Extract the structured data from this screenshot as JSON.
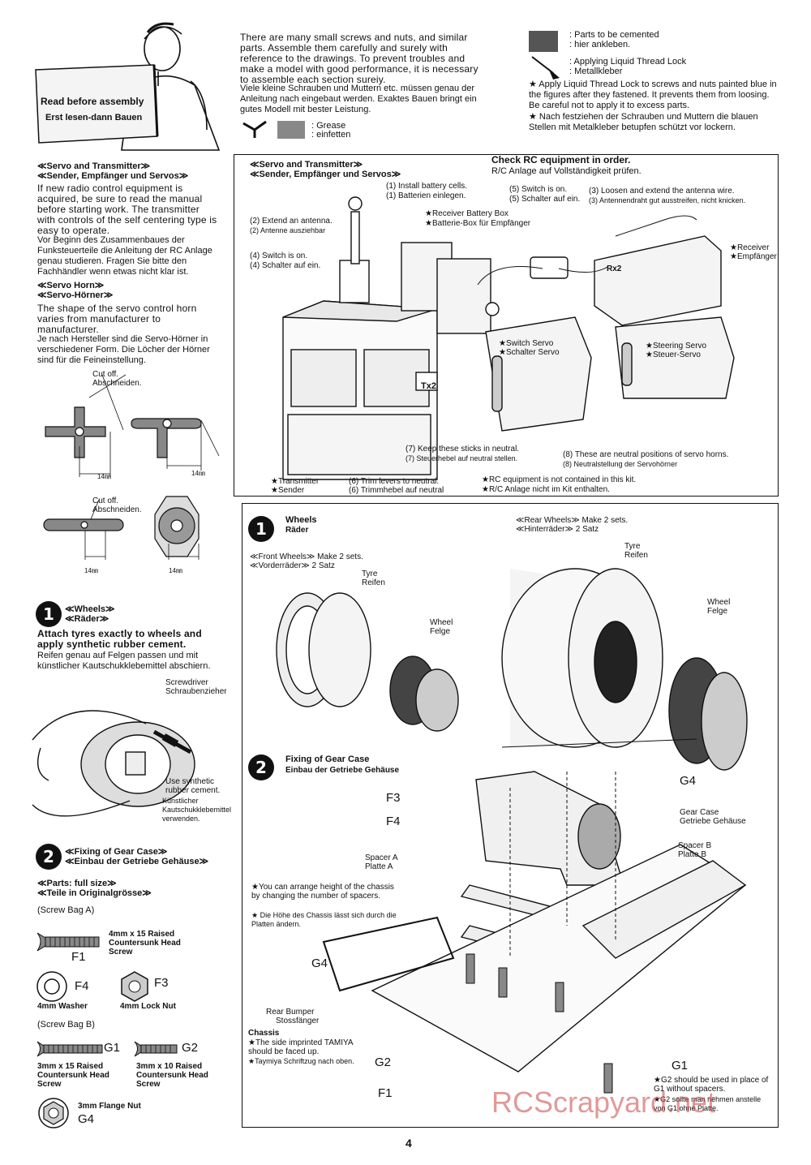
{
  "intro": {
    "sign_line1": "Read before assembly",
    "sign_line2": "Erst lesen-dann Bauen",
    "notice_en": "There are many small screws and nuts, and similar parts. Assemble them carefully and surely with reference to the drawings. To prevent troubles and make a model with good performance, it is necessary to assemble each section sureiy.",
    "notice_de": "Viele kleine Schrauben und Muttern etc. müssen genau der Anleitung nach eingebaut werden. Exaktes Bauen bringt ein gutes Modell mit bester Leistung.",
    "grease_en": ": Grease",
    "grease_de": ": einfetten",
    "cement_en": ": Parts to be cemented",
    "cement_de": ": hier ankleben.",
    "threadlock_en": ": Applying Liquid Thread Lock",
    "threadlock_de": ": Metallkleber",
    "threadlock_note_en": "★ Apply Liquid Thread Lock to screws and nuts painted blue in the figures after they fastened. It prevents them from loosing. Be careful not to apply it to excess parts.",
    "threadlock_note_de": "★ Nach festziehen der Schrauben und Muttern die blauen Stellen mit Metalkleber betupfen schützt vor lockern."
  },
  "left": {
    "servo_title_en": "≪Servo and Transmitter≫",
    "servo_title_de": "≪Sender, Empfänger und Servos≫",
    "servo_text_en": "If new radio control equipment is acquired, be sure to read the manual before starting work. The transmitter with controls of the self centering type is easy to operate.",
    "servo_text_de": "Vor Beginn des Zusammenbaues der Funksteuerteile die Anleitung der RC Anlage genau studieren. Fragen Sie bitte den Fachhändler wenn etwas nicht klar ist.",
    "horn_title_en": "≪Servo Horn≫",
    "horn_title_de": "≪Servo-Hörner≫",
    "horn_text_en": "The shape of the servo control horn varies from manufacturer to manufacturer.",
    "horn_text_de": "Je nach Hersteller sind die Servo-Hörner in verschiedener Form. Die Löcher der Hörner sind für die Feineinstellung.",
    "cutoff_en": "Cut off.",
    "cutoff_de": "Abschneiden.",
    "cutoff2_en": "Cut off.",
    "cutoff2_de": "Abschneiden.",
    "dim_14a": "14㎜",
    "dim_14b": "14㎜",
    "dim_14c": "14㎜",
    "dim_14d": "14㎜",
    "step1_num": "1",
    "step1_title_en": "≪Wheels≫",
    "step1_title_de": "≪Räder≫",
    "step1_text_en": "Attach tyres exactly to wheels and apply synthetic rubber cement.",
    "step1_text_de": "Reifen genau auf Felgen passen und mit künstlicher Kautschukklebemittel abschiern.",
    "screwdriver_en": "Screwdriver",
    "screwdriver_de": "Schraubenzieher",
    "rubber_en": "Use synthetic rubber cement.",
    "rubber_de": "Künstlicher Kautschukklebemittel verwenden.",
    "step2_num": "2",
    "step2_title_en": "≪Fixing of Gear Case≫",
    "step2_title_de": "≪Einbau der Getriebe Gehäuse≫",
    "parts_title_en": "≪Parts: full size≫",
    "parts_title_de": "≪Teile in Originalgrösse≫",
    "bag_a": "(Screw Bag A)",
    "f1_desc": "4mm x 15 Raised Countersunk Head Screw",
    "f1_code": "F1",
    "f4_code": "F4",
    "f4_desc": "4mm Washer",
    "f3_code": "F3",
    "f3_desc": "4mm Lock Nut",
    "bag_b": "(Screw Bag B)",
    "g1_code": "G1",
    "g1_desc": "3mm x 15 Raised Countersunk Head Screw",
    "g2_code": "G2",
    "g2_desc": "3mm x 10 Raised Countersunk Head Screw",
    "g4_desc": "3mm Flange Nut",
    "g4_code": "G4"
  },
  "rc_panel": {
    "title_en": "≪Servo and Transmitter≫",
    "title_de": "≪Sender, Empfänger und Servos≫",
    "check_en": "Check RC equipment in order.",
    "check_de": "R/C Anlage auf Vollständigkeit prüfen.",
    "battery_en": "(1) Install battery cells.",
    "battery_de": "(1) Batterien einlegen.",
    "switch_on_en": "(5) Switch is on.",
    "switch_on_de": "(5) Schalter auf ein.",
    "antenna_wire_en": "(3) Loosen and extend the antenna wire.",
    "antenna_wire_de": "(3) Antennendraht gut ausstreifen, nicht knicken.",
    "extend_en": "(2) Extend an antenna.",
    "extend_de": "(2) Antenne ausziehbar",
    "rbox_en": "★Receiver Battery Box",
    "rbox_de": "★Batterie-Box für Empfänger",
    "receiver_en": "★Receiver",
    "receiver_de": "★Empfänger",
    "switch4_en": "(4) Switch is on.",
    "switch4_de": "(4) Schalter auf ein.",
    "switch_servo_en": "★Switch Servo",
    "switch_servo_de": "★Schalter Servo",
    "steering_en": "★Steering Servo",
    "steering_de": "★Steuer-Servo",
    "tx2": "Tx2",
    "rx2": "Rx2",
    "sticks_en": "(7) Keep these sticks in neutral.",
    "sticks_de": "(7) Steuerhebel auf neutral stellen.",
    "horns_en": "(8) These are neutral positions of servo horns.",
    "horns_de": "(8) Neutralstellung der Servohörner",
    "transmitter_en": "★Transmitter",
    "transmitter_de": "★Sender",
    "trim_en": "(6) Trim levers to neutral.",
    "trim_de": "(6) Trimmhebel auf neutral",
    "not_included_en": "★RC equipment is not contained in this kit.",
    "not_included_de": "★R/C Anlage nicht im Kit enthalten."
  },
  "main_panel": {
    "step1_num": "1",
    "wheels_en": "Wheels",
    "wheels_de": "Räder",
    "front_en": "≪Front Wheels≫ Make 2 sets.",
    "front_de": "≪Vorderräder≫ 2 Satz",
    "rear_en": "≪Rear Wheels≫ Make 2 sets.",
    "rear_de": "≪Hinterräder≫ 2 Satz",
    "tyre_en": "Tyre",
    "tyre_de": "Reifen",
    "wheel_en": "Wheel",
    "wheel_de": "Felge",
    "tyre2_en": "Tyre",
    "tyre2_de": "Reifen",
    "wheel2_en": "Wheel",
    "wheel2_de": "Felge",
    "step2_num": "2",
    "gear_en": "Fixing of Gear Case",
    "gear_de": "Einbau der Getriebe Gehäuse",
    "g4_top": "G4",
    "f3": "F3",
    "f4": "F4",
    "gearcase_en": "Gear Case",
    "gearcase_de": "Getriebe Gehäuse",
    "spacer_a_en": "Spacer A",
    "spacer_a_de": "Platte A",
    "spacer_b_en": "Spacer B",
    "spacer_b_de": "Platte B",
    "height_note_en": "★You can arrange height of the chassis by changing the number of spacers.",
    "height_note_de": "★ Die Höhe des Chassis lässt sich durch die Platten ändern.",
    "g4_left": "G4",
    "bumper_en": "Rear Bumper",
    "bumper_de": "Stossfänger",
    "chassis_title": "Chassis",
    "chassis_en": "★The side imprinted TAMIYA should be faced up.",
    "chassis_de": "★Taymiya Schriftzug nach oben.",
    "g2": "G2",
    "g1": "G1",
    "f1": "F1",
    "g2_note_en": "★G2 should be used in place of G1 without spacers.",
    "g2_note_de": "★G2 sollte man nehmen anstelle von G1 ohne Platte."
  },
  "page_number": "4",
  "watermark": "RCScrapyard.net"
}
